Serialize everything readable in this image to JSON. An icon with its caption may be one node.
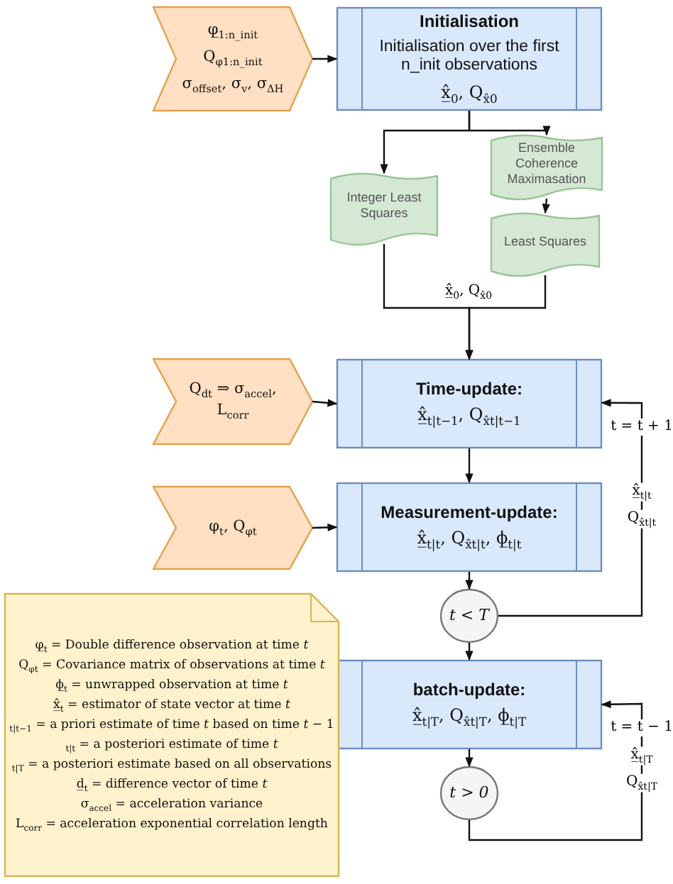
{
  "diagram": {
    "nodes": [
      {
        "text": [
          "φ̲$_{1:n_init}$",
          "Q$_{φ1:n_init}$",
          "σ$_{offset}$, σ$_{v}$, σ$_{ΔH}$"
        ]
      },
      {
        "text": [
          "Initialisation",
          "Initialisation over the first n_init observations",
          "x̲̂$_{0}$, Q$_{x̂0}$"
        ]
      },
      {
        "text": [
          "Integer Least Squares"
        ]
      },
      {
        "text": [
          "Ensemble Coherence Maximasation"
        ]
      },
      {
        "text": [
          "Least Squares"
        ]
      },
      {
        "text": [
          "Time-update:",
          "x̲̂$_{t|t−1}$, Q$_{x̂t|t−1}$"
        ]
      },
      {
        "text": [
          "Q$_{dt}$ ⇒ σ$_{accel}$, L$_{corr}$"
        ]
      },
      {
        "text": [
          "φ$_{t}$, Q$_{φt}$"
        ]
      },
      {
        "text": [
          "Measurement-update:",
          "x̲̂$_{t|t}$, Q$_{x̂t|t}$, ϕ̲$_{t|t}$"
        ]
      },
      {
        "text": [
          "t < T"
        ]
      },
      {
        "text": [
          "batch-update:",
          "x̲̂$_{t|T}$, Q$_{x̂t|T}$, ϕ̲$_{t|T}$"
        ]
      },
      {
        "text": [
          "t > 0"
        ]
      },
      {
        "text": [
          "φ̲$_{t}$ = Double difference observation at time *t*",
          "Q$_{φt}$ = Covariance matrix of observations at time *t*",
          "ϕ̲$_{t}$ = unwrapped observation at time *t*",
          "x̲̂$_{t}$ = estimator of state vector at time *t*",
          "$_{t|t−1}$ = a priori estimate of time *t* based on time *t* − 1",
          "$_{t|t}$ = a posteriori estimate of time *t*",
          "$_{t|T}$ = a posteriori estimate based on all observations",
          "d̲$_{t}$ = difference vector of time *t*",
          "σ$_{accel}$ = acceleration variance",
          "L$_{corr}$ = acceleration exponential correlation length"
        ]
      }
    ],
    "edges": [
      {
        "from": 0,
        "to": 1,
        "arrow": "to"
      },
      {
        "from": 1,
        "to": 2,
        "arrow": "to"
      },
      {
        "from": 1,
        "to": 3,
        "arrow": "to"
      },
      {
        "from": 3,
        "to": 4,
        "arrow": "to"
      },
      {
        "from": 2,
        "to": 5,
        "arrow": "to",
        "label": "x̲̂$_{0}$, Q$_{x̂0}$"
      },
      {
        "from": 4,
        "to": 5,
        "arrow": "to"
      },
      {
        "from": 6,
        "to": 5,
        "arrow": "to"
      },
      {
        "from": 5,
        "to": 8,
        "arrow": "to"
      },
      {
        "from": 7,
        "to": 8,
        "arrow": "to"
      },
      {
        "from": 8,
        "to": 9,
        "arrow": "to"
      },
      {
        "from": 9,
        "to": 5,
        "arrow": "to",
        "label": "t = t + 1"
      },
      {
        "from": 9,
        "to": 10,
        "arrow": "to"
      },
      {
        "from": 11,
        "to": 10,
        "arrow": "to",
        "label": "t = t − 1"
      },
      {
        "from": 10,
        "to": 11,
        "arrow": "to"
      }
    ],
    "labels": [
      "x̲̂$_{t|t}$",
      "Q$_{x̂t|t}$",
      "x̲̂$_{t|T}$",
      "Q$_{x̂t|T}$"
    ]
  }
}
